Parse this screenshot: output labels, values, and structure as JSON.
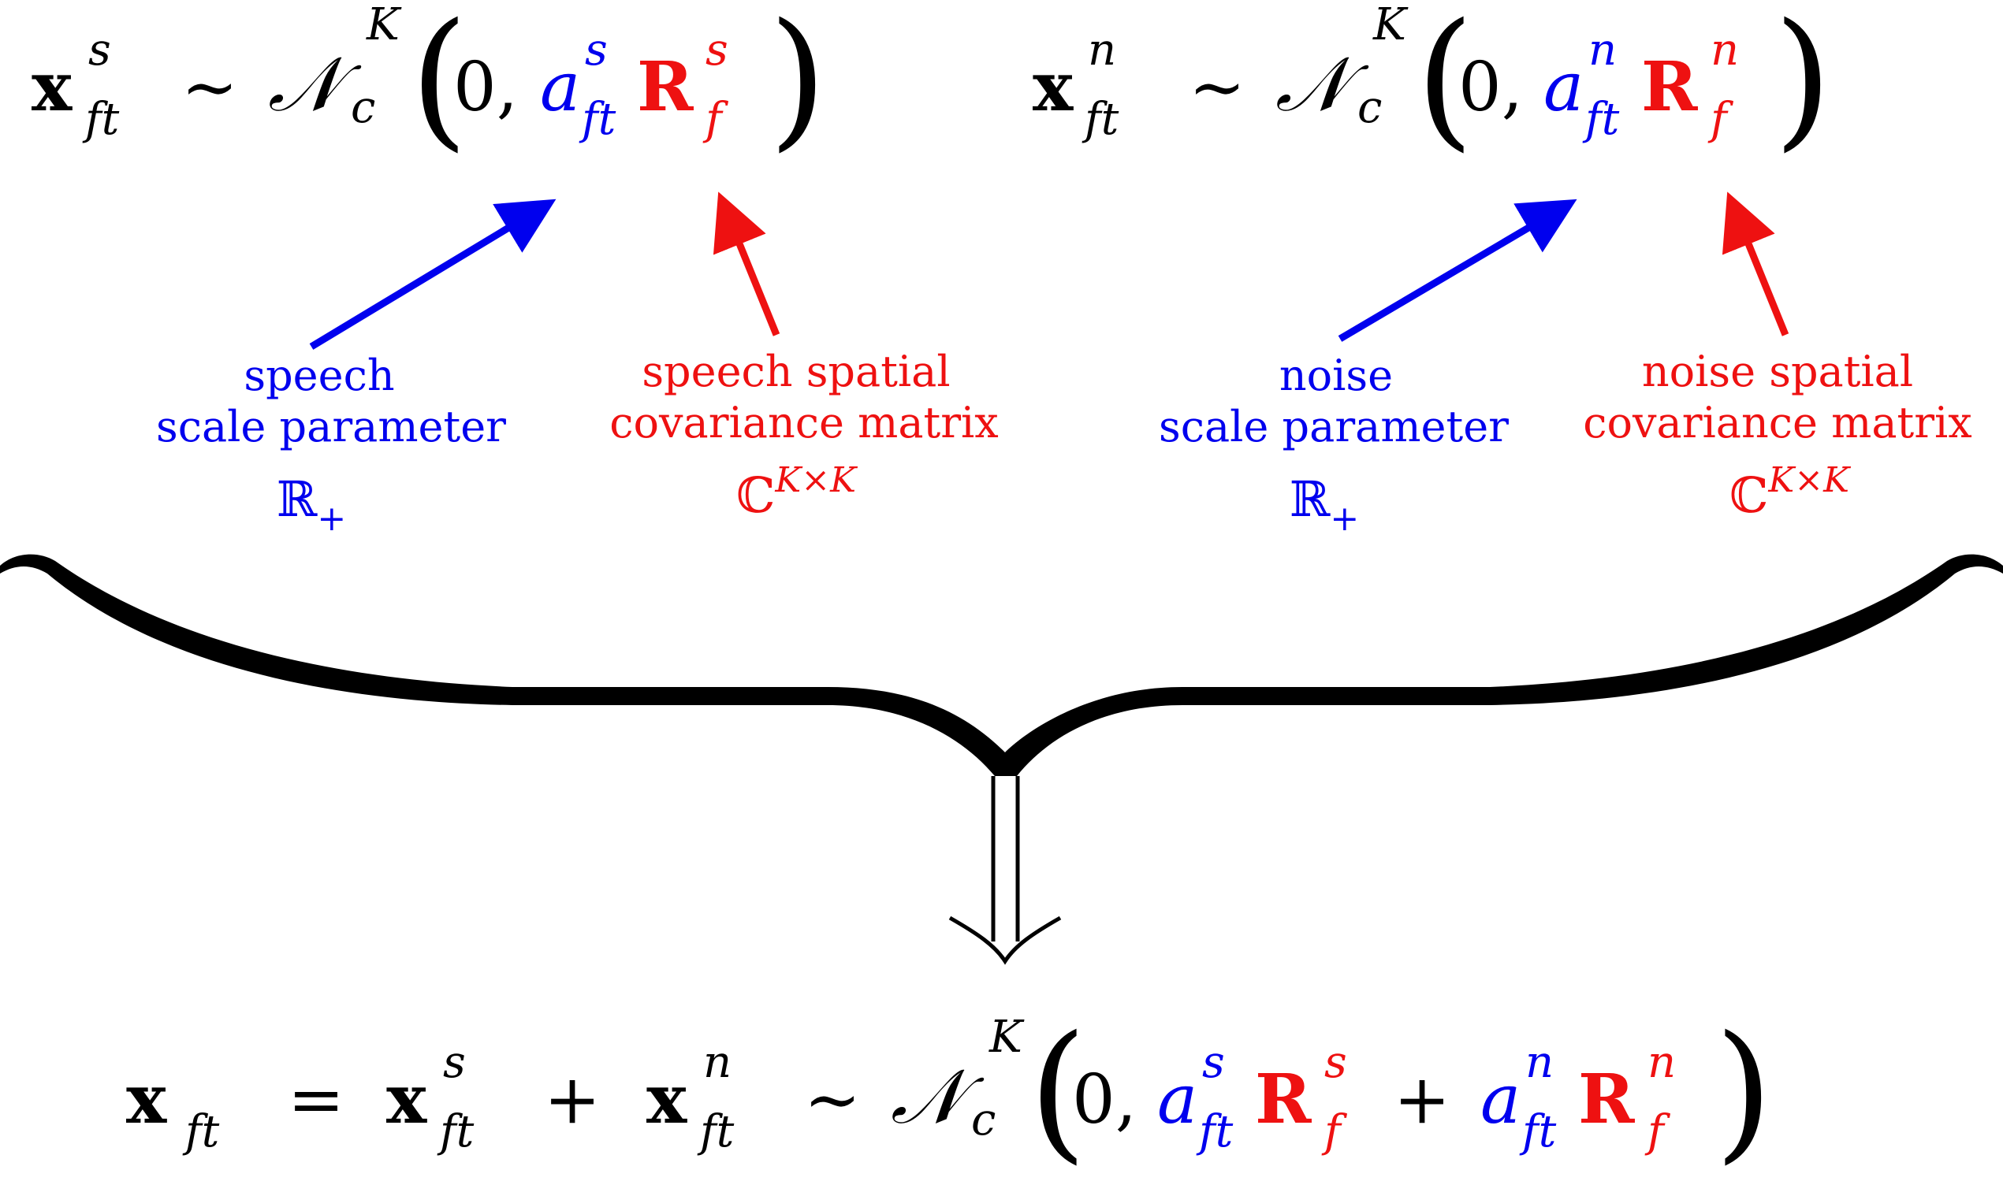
{
  "colors": {
    "scale": "#0000ee",
    "covariance": "#ee1111",
    "text": "#000000"
  },
  "equations": {
    "speech": {
      "bold": "x",
      "sup": "s",
      "sub": "ft",
      "sim": "∼",
      "dist": "𝒩",
      "dist_sub": "c",
      "dist_sup": "K",
      "lparen": "(",
      "zero": "0,",
      "a": "a",
      "a_sup": "s",
      "a_sub": "ft",
      "R": "R",
      "R_sup": "s",
      "R_sub": "f",
      "rparen": ")"
    },
    "noise": {
      "bold": "x",
      "sup": "n",
      "sub": "ft",
      "sim": "∼",
      "dist": "𝒩",
      "dist_sub": "c",
      "dist_sup": "K",
      "lparen": "(",
      "zero": "0,",
      "a": "a",
      "a_sup": "n",
      "a_sub": "ft",
      "R": "R",
      "R_sup": "n",
      "R_sub": "f",
      "rparen": ")"
    },
    "mixture": {
      "x": "x",
      "x_sub": "ft",
      "eq": "=",
      "xs": "x",
      "xs_sup": "s",
      "xs_sub": "ft",
      "plus1": "+",
      "xn": "x",
      "xn_sup": "n",
      "xn_sub": "ft",
      "sim": "∼",
      "dist": "𝒩",
      "dist_sub": "c",
      "dist_sup": "K",
      "lparen": "(",
      "zero": "0,",
      "as": "a",
      "as_sup": "s",
      "as_sub": "ft",
      "Rs": "R",
      "Rs_sup": "s",
      "Rs_sub": "f",
      "plus2": "+",
      "an": "a",
      "an_sup": "n",
      "an_sub": "ft",
      "Rn": "R",
      "Rn_sup": "n",
      "Rn_sub": "f",
      "rparen": ")"
    }
  },
  "labels": {
    "speech_scale": {
      "line1": "speech",
      "line2": "scale parameter",
      "set": "ℝ",
      "set_sub": "+"
    },
    "speech_cov": {
      "line1": "speech spatial",
      "line2": "covariance matrix",
      "set": "ℂ",
      "set_sup": "K×K"
    },
    "noise_scale": {
      "line1": "noise",
      "line2": "scale parameter",
      "set": "ℝ",
      "set_sub": "+"
    },
    "noise_cov": {
      "line1": "noise spatial",
      "line2": "covariance matrix",
      "set": "ℂ",
      "set_sup": "K×K"
    }
  }
}
